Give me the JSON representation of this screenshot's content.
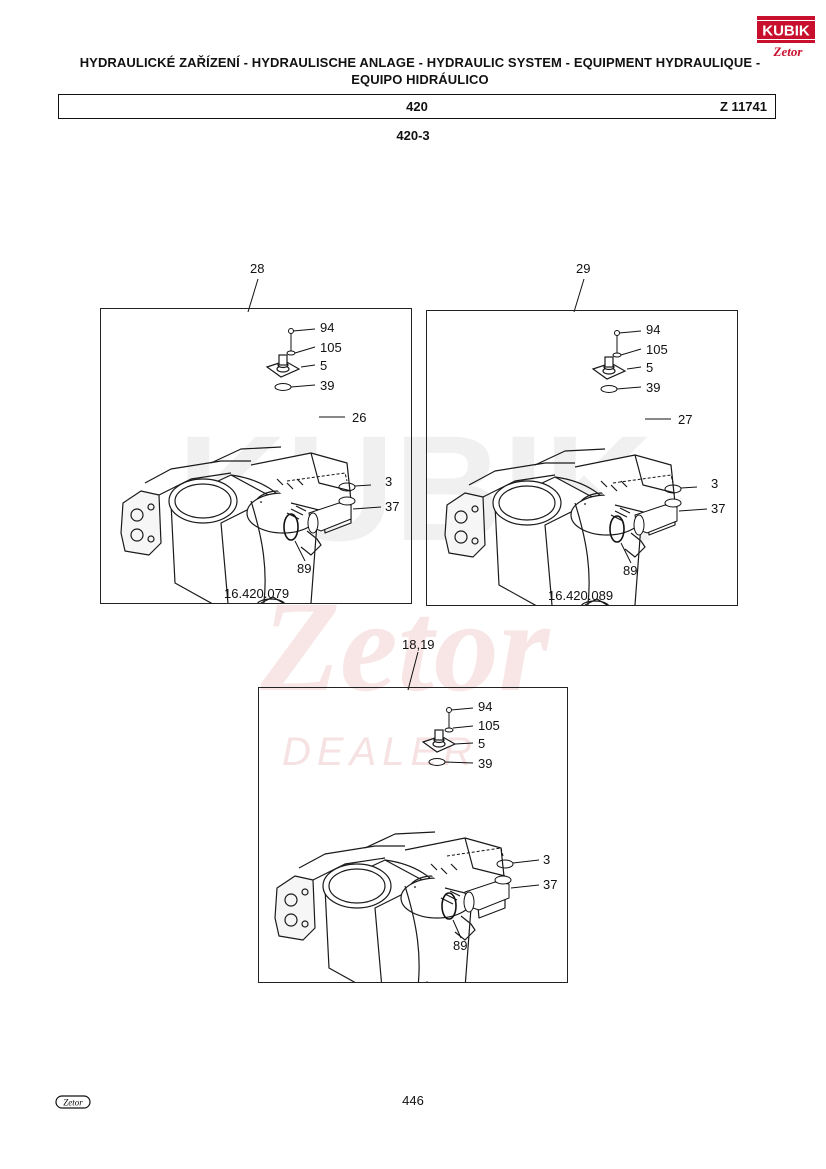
{
  "header": {
    "title_line1": "HYDRAULICKÉ ZAŘÍZENÍ - HYDRAULISCHE ANLAGE - HYDRAULIC SYSTEM - EQUIPMENT HYDRAULIQUE -",
    "title_line2": "EQUIPO HIDRÁULICO",
    "section": "420",
    "code": "Z 11741",
    "subsection": "420-3"
  },
  "logo": {
    "brand": "KUBIK",
    "sub": "Zetor",
    "accent": "#c8102e"
  },
  "watermark": {
    "word1": "KUBIK",
    "word2": "Zetor",
    "word3": "DEALER",
    "color": "#e8b0b0"
  },
  "diagrams": [
    {
      "ref": "28",
      "caption": "16.420.079",
      "parts": {
        "p94": "94",
        "p105": "105",
        "p5": "5",
        "p39": "39",
        "body": "26",
        "p3": "3",
        "p37": "37",
        "p89": "89"
      }
    },
    {
      "ref": "29",
      "caption": "16.420.089",
      "parts": {
        "p94": "94",
        "p105": "105",
        "p5": "5",
        "p39": "39",
        "body": "27",
        "p3": "3",
        "p37": "37",
        "p89": "89"
      }
    },
    {
      "ref": "18,19",
      "caption": "",
      "parts": {
        "p94": "94",
        "p105": "105",
        "p5": "5",
        "p39": "39",
        "p3": "3",
        "p37": "37",
        "p89": "89"
      }
    }
  ],
  "footer": {
    "page_number": "446",
    "logo_text": "Zetor"
  }
}
